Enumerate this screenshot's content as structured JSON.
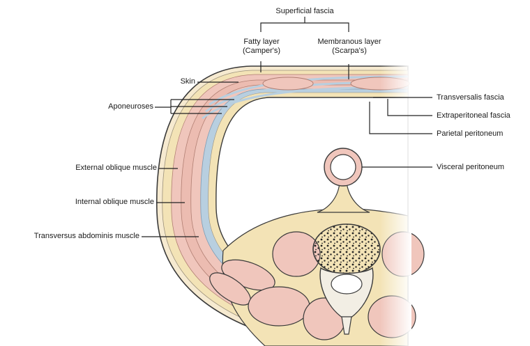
{
  "labels": {
    "superficial_fascia": "Superficial fascia",
    "fatty_layer": "Fatty layer",
    "fatty_layer_sub": "(Camper's)",
    "membranous_layer": "Membranous layer",
    "membranous_layer_sub": "(Scarpa's)",
    "skin": "Skin",
    "aponeuroses": "Aponeuroses",
    "transversalis_fascia": "Transversalis fascia",
    "extraperitoneal_fascia": "Extraperitoneal fascia",
    "parietal_peritoneum": "Parietal peritoneum",
    "visceral_peritoneum": "Visceral peritoneum",
    "external_oblique": "External oblique muscle",
    "internal_oblique": "Internal oblique muscle",
    "transversus_abdominis": "Transversus abdominis muscle"
  },
  "colors": {
    "fat": "#f3e3b6",
    "muscle": "#f0c6bc",
    "muscle_edge": "#b07e72",
    "fascia": "#b8cfe0",
    "outline": "#3a3a3a",
    "bone": "#f2eee4",
    "leader": "#222222"
  }
}
